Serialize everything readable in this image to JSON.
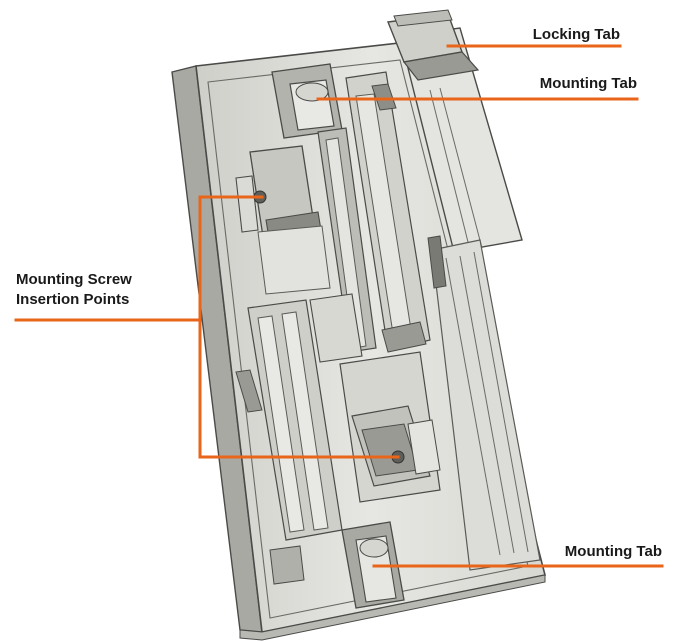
{
  "labels": {
    "locking_tab": "Locking Tab",
    "mounting_tab_top": "Mounting Tab",
    "mounting_screw_line1": "Mounting Screw",
    "mounting_screw_line2": "Insertion Points",
    "mounting_tab_bottom": "Mounting Tab"
  },
  "colors": {
    "callout": "#e8651a",
    "part_fill": "#e2e2de",
    "part_face": "#d4d4cf",
    "part_shadow": "#a9a9a4",
    "part_dark": "#777772",
    "part_outline": "#4a4a48",
    "background": "#ffffff"
  }
}
